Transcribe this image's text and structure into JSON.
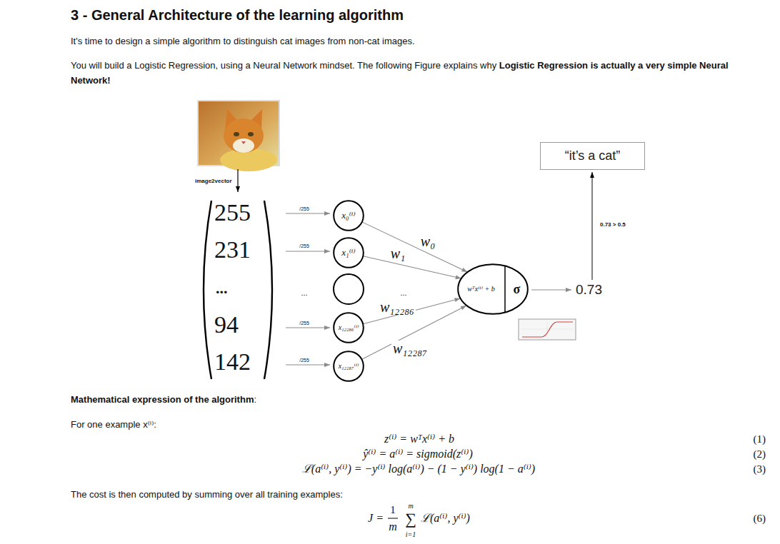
{
  "diagram": {
    "title": "3 - General Architecture of the learning algorithm",
    "nodes": [
      {
        "text": [
          "x₀⁽ⁱ⁾"
        ]
      },
      {
        "text": [
          "x₁⁽ⁱ⁾"
        ]
      },
      {
        "text": [
          "x₁₂₂₈₆⁽ⁱ⁾"
        ]
      },
      {
        "text": [
          "x₁₂₂₈₇⁽ⁱ⁾"
        ]
      },
      {
        "text": [
          "wᵀx⁽ⁱ⁾ + b",
          "σ"
        ]
      },
      {
        "text": [
          "“it’s a cat”"
        ]
      }
    ],
    "edges": [
      {
        "from": 0,
        "to": 4,
        "arrow": "to",
        "label": "w₀"
      },
      {
        "from": 1,
        "to": 4,
        "arrow": "to",
        "label": "w₁"
      },
      {
        "from": 2,
        "to": 4,
        "arrow": "to",
        "label": "w₁₂₂₈₆"
      },
      {
        "from": 3,
        "to": 4,
        "arrow": "to",
        "label": "w₁₂₂₈₇"
      }
    ],
    "labels": [
      "It's time to design a simple algorithm to distinguish cat images from non-cat images.",
      "You will build a Logistic Regression, using a Neural Network mindset. The following Figure explains why",
      "Logistic Regression is actually a very simple Neural Network!",
      "image2vector",
      "255",
      "231",
      "...",
      "94",
      "142",
      "/255",
      "/255",
      "...",
      "/255",
      "/255",
      "...",
      "0.73 > 0.5",
      "0.73",
      "Mathematical expression of the algorithm",
      ":",
      "For one example x⁽ⁱ⁾:",
      "z⁽ⁱ⁾ = wᵀx⁽ⁱ⁾ + b",
      "(1)",
      "ŷ⁽ⁱ⁾ = a⁽ⁱ⁾ = sigmoid(z⁽ⁱ⁾)",
      "(2)",
      "ℒ(a⁽ⁱ⁾, y⁽ⁱ⁾) = −y⁽ⁱ⁾ log(a⁽ⁱ⁾) − (1 − y⁽ⁱ⁾) log(1 − a⁽ⁱ⁾)",
      "(3)",
      "The cost is then computed by summing over all training examples:",
      "J =",
      "1",
      "m",
      "m",
      "∑",
      "i=1",
      "ℒ(a⁽ⁱ⁾, y⁽ⁱ⁾)",
      "(6)"
    ]
  }
}
